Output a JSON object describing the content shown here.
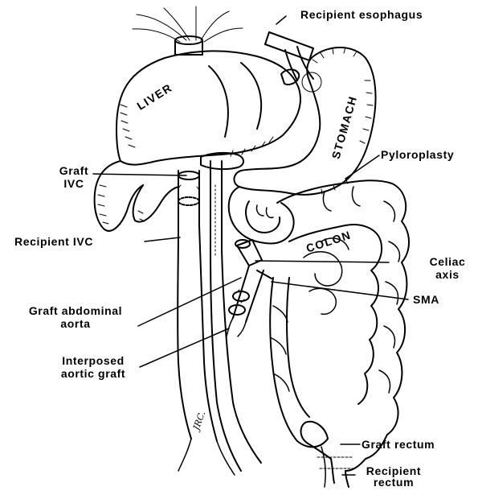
{
  "labels": {
    "recipient_esophagus": "Recipient esophagus",
    "pyloroplasty": "Pyloroplasty",
    "graft_ivc_line1": "Graft",
    "graft_ivc_line2": "IVC",
    "recipient_ivc": "Recipient IVC",
    "celiac_line1": "Celiac",
    "celiac_line2": "axis",
    "sma": "SMA",
    "graft_aorta_line1": "Graft abdominal",
    "graft_aorta_line2": "aorta",
    "interposed_line1": "Interposed",
    "interposed_line2": "aortic graft",
    "graft_rectum": "Graft rectum",
    "recipient_rectum_line1": "Recipient",
    "recipient_rectum_line2": "rectum"
  },
  "organs": {
    "liver": "LIVER",
    "stomach": "STOMACH",
    "colon": "COLON"
  },
  "signature": "JRC."
}
